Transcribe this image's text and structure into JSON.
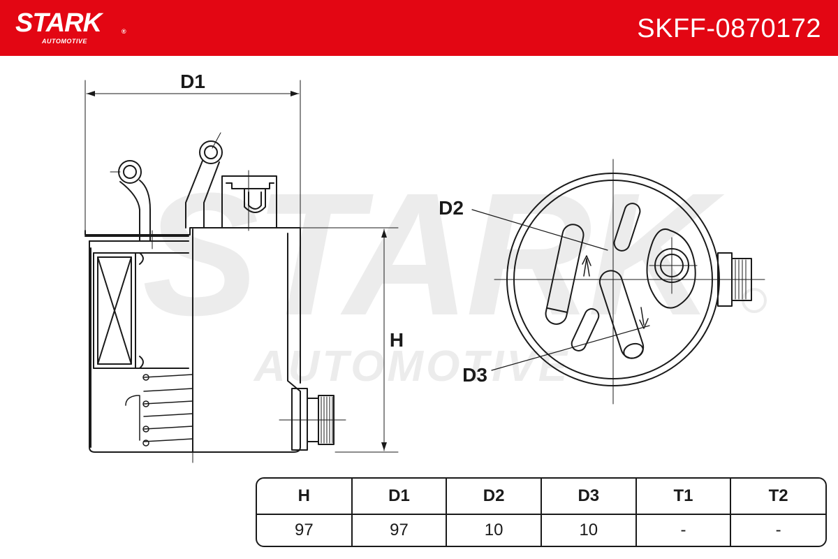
{
  "header": {
    "brand": "STARK",
    "brand_sub": "AUTOMOTIVE",
    "registered_mark": "®",
    "part_number": "SKFF-0870172",
    "background_color": "#e30613"
  },
  "watermark": {
    "main": "STARK",
    "sub": "AUTOMOTIVE"
  },
  "drawing": {
    "labels": {
      "d1": "D1",
      "h": "H",
      "d2": "D2",
      "d3": "D3"
    }
  },
  "table": {
    "headers": [
      "H",
      "D1",
      "D2",
      "D3",
      "T1",
      "T2"
    ],
    "values": [
      "97",
      "97",
      "10",
      "10",
      "-",
      "-"
    ]
  }
}
